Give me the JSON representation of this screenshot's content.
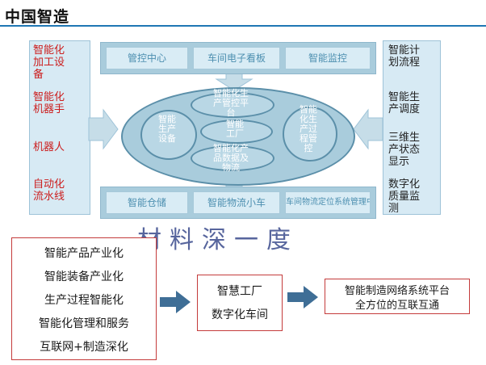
{
  "title": "中国智造",
  "left_items": [
    [
      "智能化",
      "加工设",
      "备"
    ],
    [
      "智能化",
      "机器手"
    ],
    [
      "机器人"
    ],
    [
      "自动化",
      "流水线"
    ]
  ],
  "right_items": [
    [
      "智能计",
      "划流程"
    ],
    [
      "智能生",
      "产调度"
    ],
    [
      "三维生",
      "产状态",
      "显示"
    ],
    [
      "数字化",
      "质量监",
      "测"
    ]
  ],
  "top_cells": [
    "管控中心",
    "车间电子看板",
    "智能监控"
  ],
  "bottom_cells": [
    "智能仓储",
    "智能物流小车",
    "车间物流定位系统管理中心"
  ],
  "center_nodes": {
    "left": [
      "智能",
      "生产",
      "设备"
    ],
    "top": [
      "智能化生",
      "产管控平",
      "台"
    ],
    "middle": [
      "智能",
      "工厂"
    ],
    "bottom": [
      "智能化产",
      "品数据及",
      "物流"
    ],
    "right": [
      "智能",
      "化生",
      "产过",
      "程管",
      "控"
    ]
  },
  "background_text": "材料深一度",
  "box1_lines": [
    "智能产品产业化",
    "智能装备产业化",
    "生产过程智能化",
    "智能化管理和服务",
    "互联网+制造深化"
  ],
  "box2_lines": [
    "智慧工厂",
    "数字化车间"
  ],
  "box3_lines": [
    "智能制造网络系统平台",
    "全方位的互联互通"
  ],
  "colors": {
    "panel_fill": "#d7eaf4",
    "bar_fill": "#a9ccdc",
    "arrow_fill": "#c6dde8",
    "ellipse_stroke": "#5b8fa9",
    "left_text": "#cc1d1d",
    "box_border": "#c43b3b",
    "flow_arrow": "#3f6e96",
    "title_rule": "#1f77b4"
  }
}
